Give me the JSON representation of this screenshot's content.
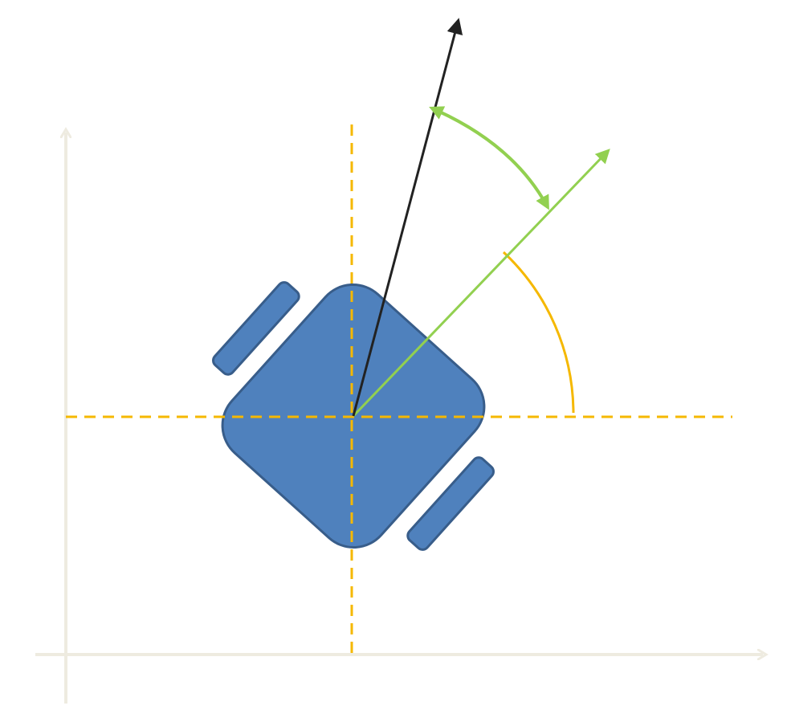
{
  "diagram": {
    "colors": {
      "background": "#ffffff",
      "axis": "#eeebe0",
      "guide": "#f5b800",
      "robot_fill": "#4f81bd",
      "robot_stroke": "#385d8a",
      "heading": "#92d050",
      "velocity": "#222222"
    },
    "elements": [
      "axes",
      "dashed-reference-lines",
      "robot-body",
      "wheels",
      "heading-vector",
      "velocity-vector",
      "heading-angle-arc",
      "slip-angle-arc"
    ]
  }
}
